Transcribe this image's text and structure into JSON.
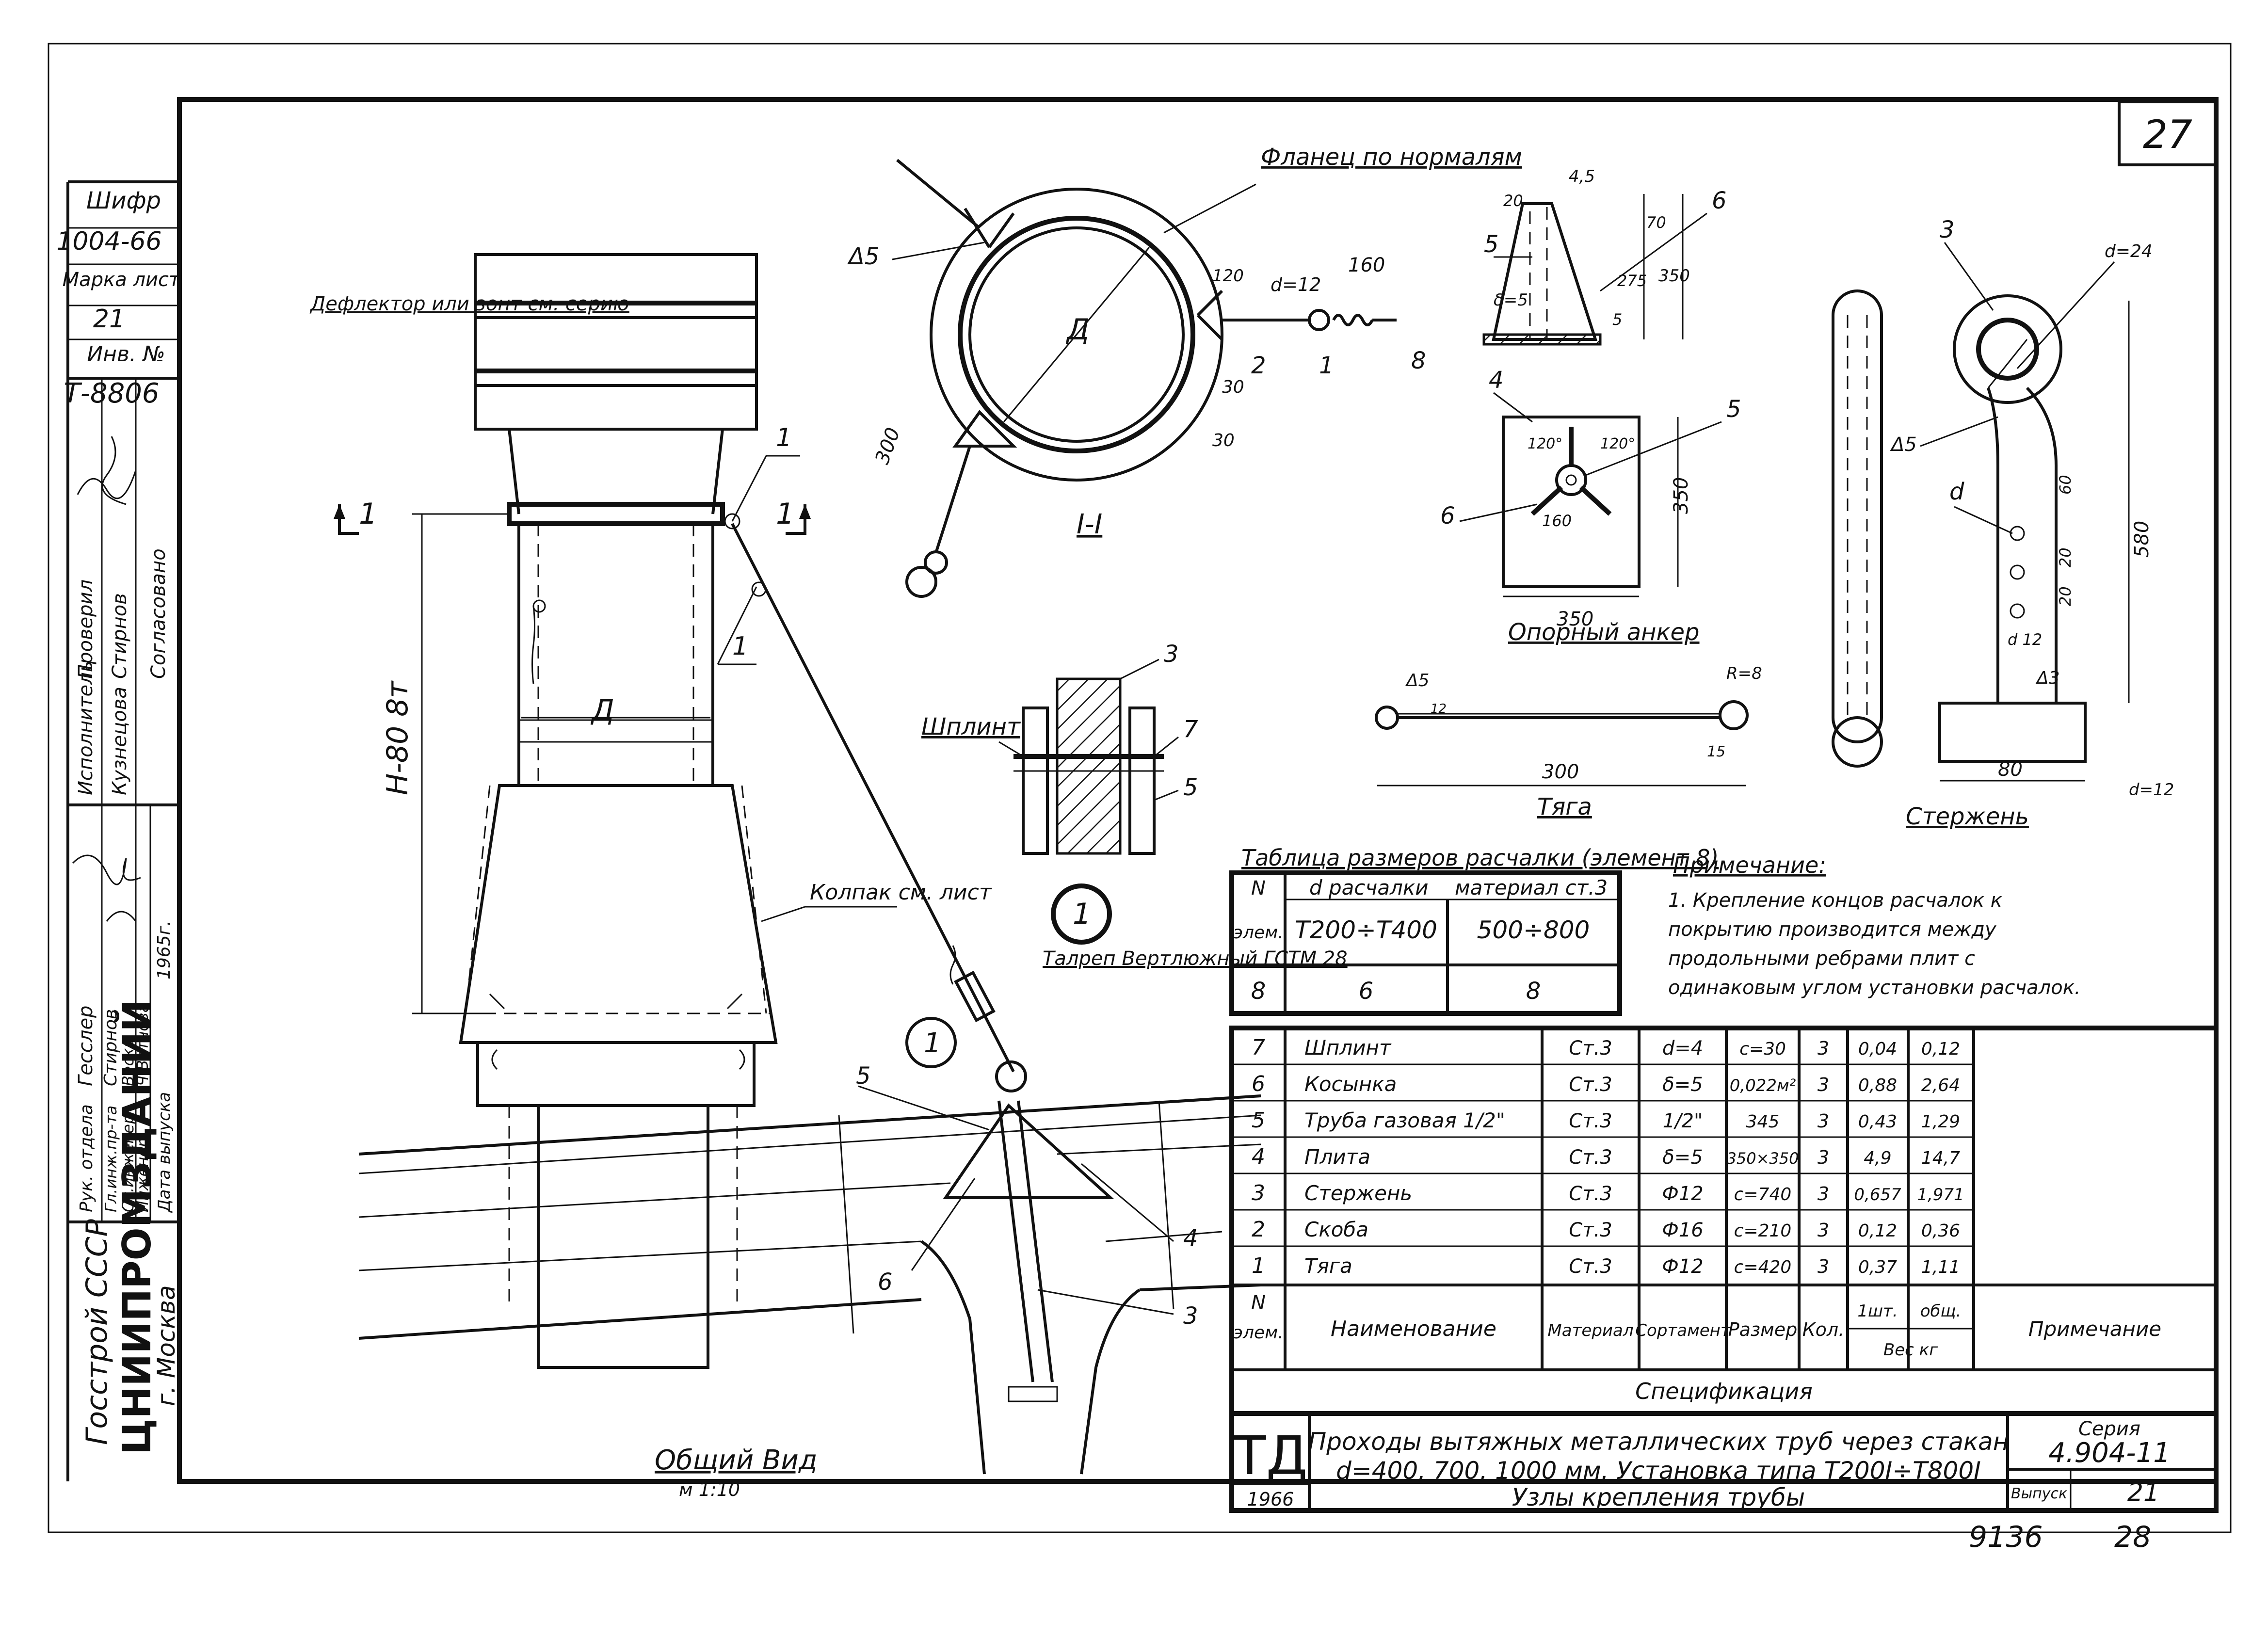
{
  "sheet": {
    "page_number": "27",
    "bottom_number": "9136",
    "bottom_page": "28"
  },
  "stamp": {
    "shifr_label": "Шифр",
    "shifr_value": "1004-66",
    "marka_label": "Марка лист",
    "marka_value": "21",
    "inv_label": "Инв. №",
    "inv_value": "Т-8806",
    "roles": [
      "Исполнитель",
      "Проверил",
      "Гесслер",
      "Рук. отдела",
      "Гл.инж.пр-та",
      "Ст.инженер",
      "Инженер"
    ],
    "names": [
      "Кузнецова",
      "Стирнов",
      "Согласовано",
      "Стирнов",
      "Веска",
      "Ч.Ветнова",
      "Дата выпуска"
    ],
    "year": "1965г.",
    "org_ministry": "Госстрой СССР",
    "org_name": "ЦНИИПРОМЗДАНИЙ",
    "org_city": "г. Москва"
  },
  "main_view": {
    "deflector_label": "Дефлектор или зонт см. серию",
    "diameter_label": "Д",
    "height_label": "Н-80 8т",
    "cap_label": "Колпак см. лист",
    "turnbuckle_label": "Талреп Вертлюжный ГСТМ 28",
    "section_mark": "1",
    "pos_1": "1",
    "pos_3": "3",
    "pos_4": "4",
    "pos_5": "5",
    "pos_6": "6",
    "view_title": "Общий Вид",
    "view_scale": "м 1:10"
  },
  "section_view": {
    "flange_label": "Фланец по нормалям",
    "weld_label": "Δ5",
    "dim_120": "120",
    "dim_160": "160",
    "dim_d12": "d=12",
    "dim_30a": "30",
    "dim_30b": "30",
    "dim_300": "300",
    "pos_1": "1",
    "pos_2": "2",
    "pos_8": "8",
    "diameter_label": "Д",
    "title": "I-I"
  },
  "node_view": {
    "cotter_label": "Шплинт",
    "pos_3": "3",
    "pos_7": "7",
    "pos_5": "5",
    "node_number": "1"
  },
  "anchor_view": {
    "dim_45": "4,5",
    "dim_20": "20",
    "dim_70": "70",
    "dim_275": "275",
    "dim_350v": "350",
    "dim_5": "5",
    "dim_d5": "δ=5",
    "pos_5": "5",
    "pos_6": "6",
    "pos_4": "4",
    "pos_5b": "5",
    "pos_6b": "6",
    "angle_a": "120°",
    "angle_b": "120°",
    "dim_160": "160",
    "dim_350h": "350",
    "dim_350r": "350",
    "title": "Опорный анкер"
  },
  "rod_view": {
    "weld_label": "Δ5",
    "dim_r8": "R=8",
    "dim_12": "12",
    "dim_15": "15",
    "dim_300": "300",
    "title": "Тяга"
  },
  "bar_view": {
    "pos_3": "3",
    "dim_d24": "d=24",
    "weld_5": "Δ5",
    "dim_d": "d",
    "dim_60": "60",
    "dim_20a": "20",
    "dim_20b": "20",
    "dim_d12": "d 12",
    "weld_3": "Δ3",
    "dim_580": "580",
    "dim_80": "80",
    "dim_d12b": "d=12",
    "title": "Стержень"
  },
  "guy_table": {
    "title": "Таблица размеров расчалки (элемент 8)",
    "h_n": "N",
    "h_elem": "элем.",
    "h_d": "d расчалки",
    "h_mat": "материал ст.3",
    "h_range1": "Т200÷Т400",
    "h_range2": "500÷800",
    "row": [
      "8",
      "6",
      "8"
    ]
  },
  "note": {
    "title": "Примечание:",
    "text": [
      "1. Крепление концов расчалок к",
      "покрытию производится между",
      "продольными ребрами плит с",
      "одинаковым углом установки расчалок."
    ]
  },
  "spec_table": {
    "rows": [
      [
        "7",
        "Шплинт",
        "Ст.3",
        "d=4",
        "c=30",
        "3",
        "0,04",
        "0,12",
        ""
      ],
      [
        "6",
        "Косынка",
        "Ст.3",
        "δ=5",
        "0,022м²",
        "3",
        "0,88",
        "2,64",
        ""
      ],
      [
        "5",
        "Труба газовая 1/2\"",
        "Ст.3",
        "1/2\"",
        "345",
        "3",
        "0,43",
        "1,29",
        ""
      ],
      [
        "4",
        "Плита",
        "Ст.3",
        "δ=5",
        "350×350",
        "3",
        "4,9",
        "14,7",
        ""
      ],
      [
        "3",
        "Стержень",
        "Ст.3",
        "Ф12",
        "c=740",
        "3",
        "0,657",
        "1,971",
        ""
      ],
      [
        "2",
        "Скоба",
        "Ст.3",
        "Ф16",
        "c=210",
        "3",
        "0,12",
        "0,36",
        ""
      ],
      [
        "1",
        "Тяга",
        "Ст.3",
        "Ф12",
        "c=420",
        "3",
        "0,37",
        "1,11",
        ""
      ]
    ],
    "header": {
      "n": "N",
      "elem": "элем.",
      "name": "Наименование",
      "material": "Материал",
      "sortament": "Сортамент",
      "size": "Размер",
      "qty": "Кол.",
      "unit": "1шт.",
      "total": "общ.",
      "weight": "Вес кг",
      "note": "Примечание"
    },
    "title": "Спецификация"
  },
  "title_block": {
    "logo": "ТД",
    "year": "1966",
    "line1": "Проходы вытяжных металлических труб через стакан",
    "line2": "d=400, 700, 1000 мм. Установка типа Т200I÷Т800I",
    "line3": "Узлы крепления трубы",
    "series_label": "Серия",
    "series_value": "4.904-11",
    "sheet_label": "Выпуск",
    "sheet_value": "21"
  }
}
